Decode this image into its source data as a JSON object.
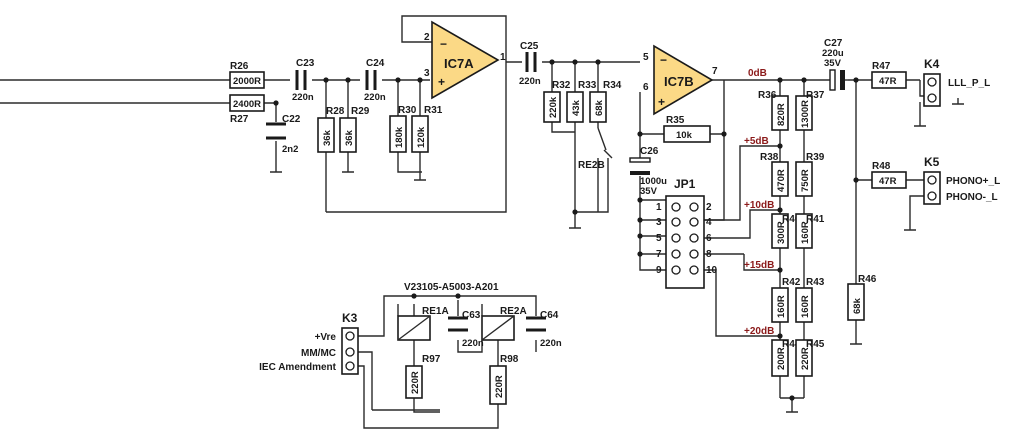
{
  "diagram": {
    "opamps": [
      {
        "ref": "IC7A",
        "pins": [
          "2",
          "3",
          "1"
        ],
        "minus": "−",
        "plus": "+"
      },
      {
        "ref": "IC7B",
        "pins": [
          "5",
          "6",
          "7"
        ],
        "minus": "−",
        "plus": "+"
      }
    ],
    "resistors": [
      {
        "ref": "R26",
        "value": "2000R"
      },
      {
        "ref": "R27",
        "value": "2400R"
      },
      {
        "ref": "R28",
        "value": "36k"
      },
      {
        "ref": "R29",
        "value": "36k"
      },
      {
        "ref": "R30",
        "value": "180k"
      },
      {
        "ref": "R31",
        "value": "120k"
      },
      {
        "ref": "R32",
        "value": "220k"
      },
      {
        "ref": "R33",
        "value": "43k"
      },
      {
        "ref": "R34",
        "value": "68k"
      },
      {
        "ref": "R35",
        "value": "10k"
      },
      {
        "ref": "R36",
        "value": "820R"
      },
      {
        "ref": "R37",
        "value": "1300R"
      },
      {
        "ref": "R38",
        "value": "470R"
      },
      {
        "ref": "R39",
        "value": "750R"
      },
      {
        "ref": "R40",
        "value": "300R"
      },
      {
        "ref": "R41",
        "value": "160R"
      },
      {
        "ref": "R42",
        "value": "160R"
      },
      {
        "ref": "R43",
        "value": "160R"
      },
      {
        "ref": "R44",
        "value": "200R"
      },
      {
        "ref": "R45",
        "value": "220R"
      },
      {
        "ref": "R46",
        "value": "68k"
      },
      {
        "ref": "R47",
        "value": "47R"
      },
      {
        "ref": "R48",
        "value": "47R"
      },
      {
        "ref": "R97",
        "value": "220R"
      },
      {
        "ref": "R98",
        "value": "220R"
      }
    ],
    "capacitors": [
      {
        "ref": "C22",
        "value": "2n2"
      },
      {
        "ref": "C23",
        "value": "220n"
      },
      {
        "ref": "C24",
        "value": "220n"
      },
      {
        "ref": "C25",
        "value": "220n"
      },
      {
        "ref": "C26",
        "value": "1000u",
        "voltage": "35V"
      },
      {
        "ref": "C27",
        "value": "220u",
        "voltage": "35V"
      },
      {
        "ref": "C63",
        "value": "220n"
      },
      {
        "ref": "C64",
        "value": "220n"
      }
    ],
    "gain_labels": [
      "0dB",
      "+5dB",
      "+10dB",
      "+15dB",
      "+20dB"
    ],
    "jumper": {
      "ref": "JP1",
      "left_pins": [
        "1",
        "3",
        "5",
        "7",
        "9"
      ],
      "right_pins": [
        "2",
        "4",
        "6",
        "8",
        "10"
      ]
    },
    "relay": {
      "part": "V23105-A5003-A201",
      "coil": "RE1A",
      "contact_a": "RE2A",
      "contact_b": "RE2B"
    },
    "connectors": [
      {
        "ref": "K3",
        "pins": [
          "+Vre",
          "MM/MC",
          "IEC Amendment"
        ]
      },
      {
        "ref": "K4",
        "label": "LLL_P_L"
      },
      {
        "ref": "K5",
        "pins": [
          "PHONO+_L",
          "PHONO-_L"
        ]
      }
    ]
  }
}
